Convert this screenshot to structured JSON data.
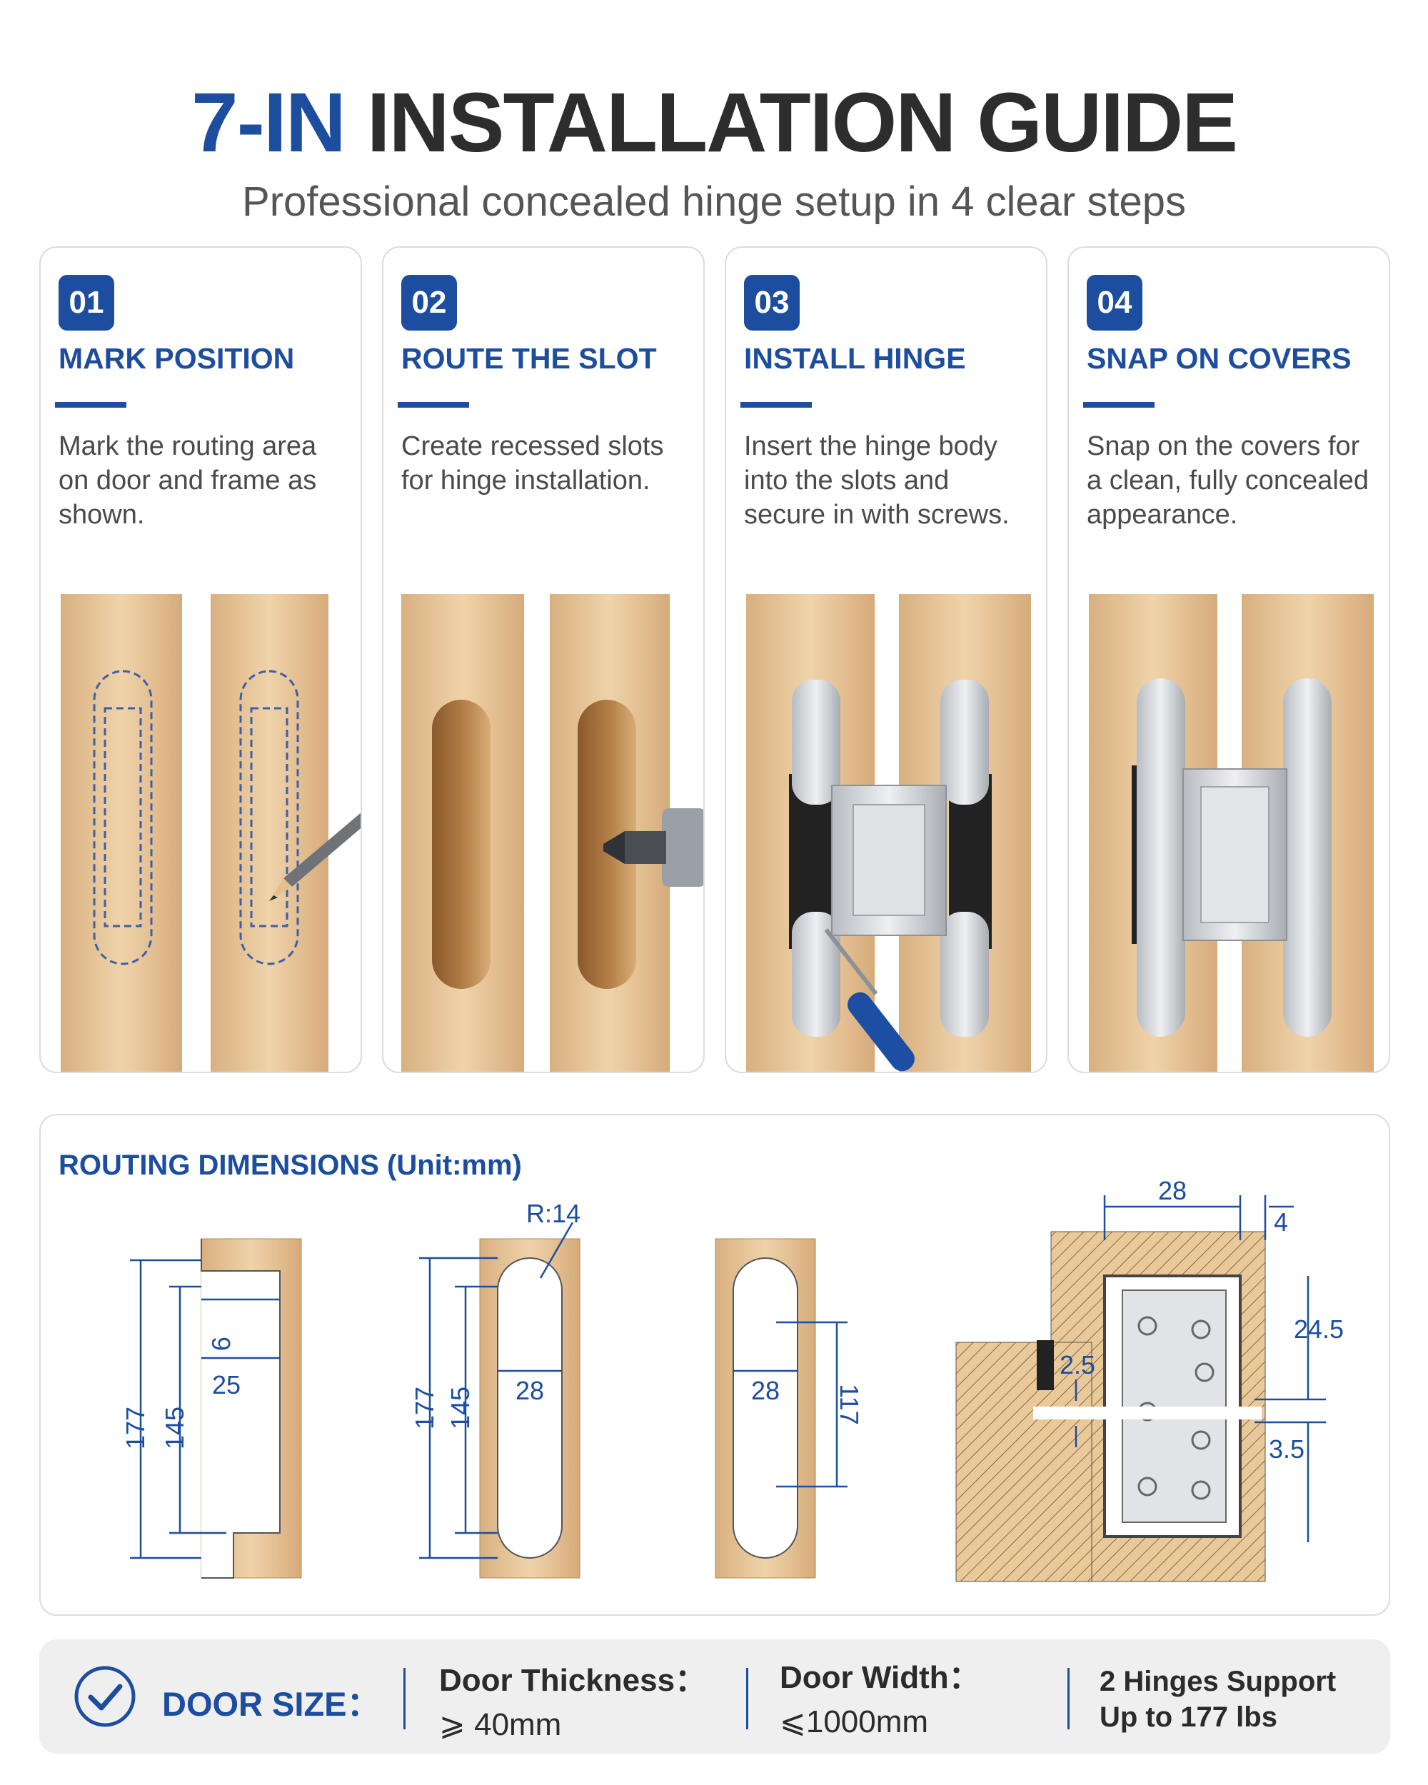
{
  "header": {
    "title_accent": "7-IN",
    "title_rest": "INSTALLATION GUIDE",
    "subtitle": "Professional concealed hinge setup in 4 clear steps"
  },
  "steps": [
    {
      "number": "01",
      "title": "MARK POSITION",
      "description": "Mark the routing area on door and frame as shown.",
      "icon": "pencil-marking-photo"
    },
    {
      "number": "02",
      "title": "ROUTE THE SLOT",
      "description": "Create recessed slots for hinge installation.",
      "icon": "router-bit-photo"
    },
    {
      "number": "03",
      "title": "INSTALL HINGE",
      "description": "Insert the hinge body into the slots and secure in with screws.",
      "icon": "screwdriver-hinge-photo"
    },
    {
      "number": "04",
      "title": "SNAP ON COVERS",
      "description": "Snap on the covers for a clean, fully concealed appearance.",
      "icon": "covered-hinge-photo"
    }
  ],
  "dimensions": {
    "title": "ROUTING DIMENSIONS (Unit:mm)",
    "labels": {
      "d1_outer": "177",
      "d1_inner": "145",
      "d1_depth": "9",
      "d1_width": "25",
      "d2_radius": "R:14",
      "d2_outer": "177",
      "d2_inner": "145",
      "d2_width": "28",
      "d3_width": "28",
      "d3_length": "117",
      "d4_width": "28",
      "d4_edge": "4",
      "d4_depth": "24.5",
      "d4_gap": "2.5",
      "d4_offset": "3.5"
    }
  },
  "footer": {
    "label": "DOOR SIZE：",
    "thickness_label": "Door Thickness：",
    "thickness_value": "⩾ 40mm",
    "width_label": "Door Width：",
    "width_value": "⩽1000mm",
    "support_line1": "2 Hinges Support",
    "support_line2": "Up to 177 lbs"
  },
  "colors": {
    "accent": "#1d4d9e",
    "wood": "#e6c49a",
    "panel_border": "#dcdcdc",
    "footer_bg": "#efefef"
  }
}
